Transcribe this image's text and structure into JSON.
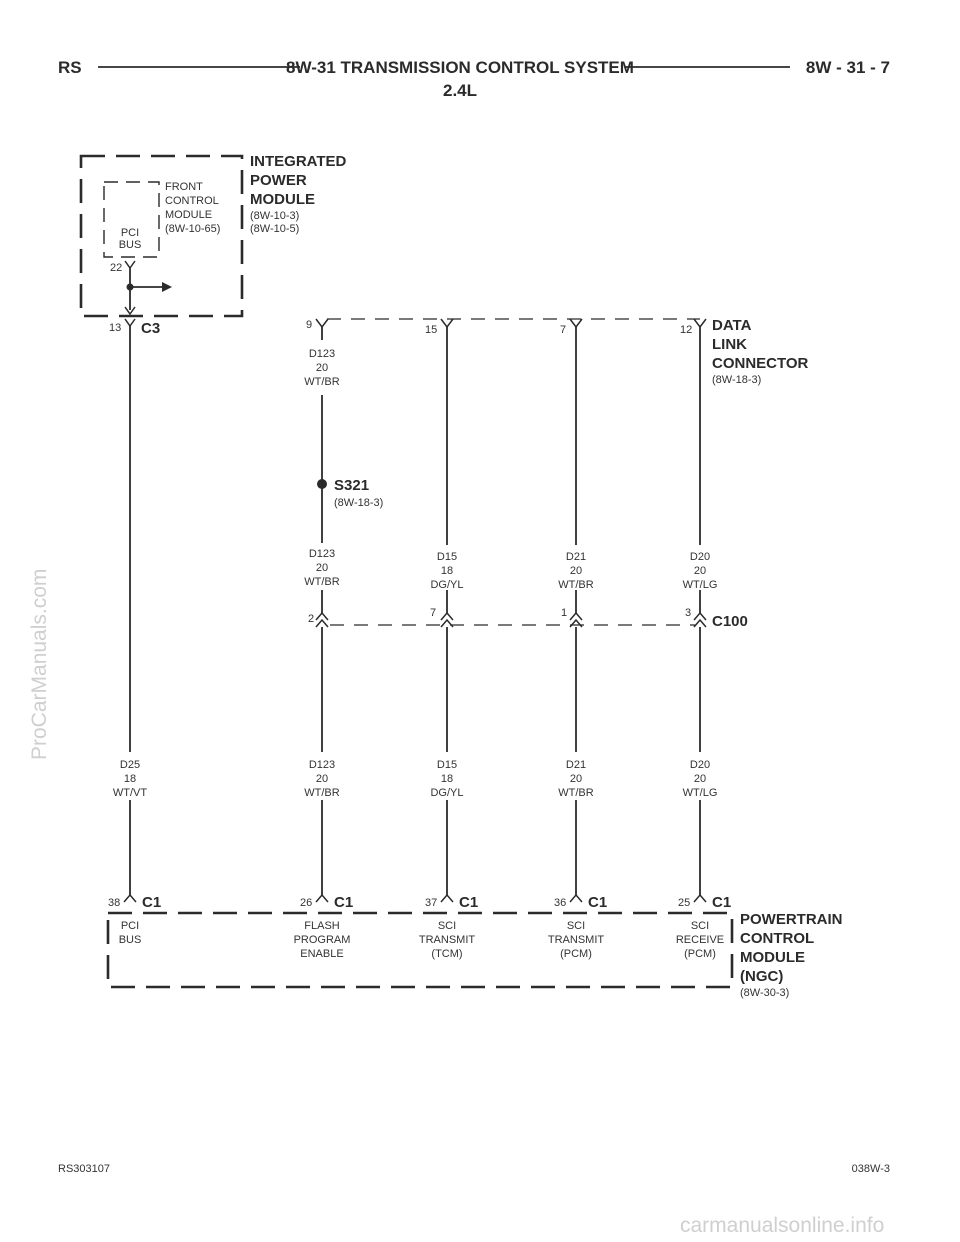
{
  "header": {
    "left": "RS",
    "title": "8W-31 TRANSMISSION CONTROL SYSTEM",
    "subtitle": "2.4L",
    "right": "8W - 31 - 7"
  },
  "ipm": {
    "title": [
      "INTEGRATED",
      "POWER",
      "MODULE"
    ],
    "refs": [
      "(8W-10-3)",
      "(8W-10-5)"
    ],
    "fcm": [
      "FRONT",
      "CONTROL",
      "MODULE",
      "(8W-10-65)"
    ],
    "pci_bus": [
      "PCI",
      "BUS"
    ],
    "pin_22": "22",
    "pin_13": "13",
    "connector": "C3"
  },
  "dlc": {
    "title": [
      "DATA",
      "LINK",
      "CONNECTOR"
    ],
    "ref": "(8W-18-3)",
    "pins": [
      "9",
      "15",
      "7",
      "12"
    ]
  },
  "splice": {
    "name": "S321",
    "ref": "(8W-18-3)"
  },
  "c100": {
    "name": "C100",
    "pins": [
      "2",
      "7",
      "1",
      "3"
    ]
  },
  "wires_upper": [
    [
      "D123",
      "20",
      "WT/BR"
    ]
  ],
  "wires_mid": [
    [
      "D123",
      "20",
      "WT/BR"
    ],
    [
      "D15",
      "18",
      "DG/YL"
    ],
    [
      "D21",
      "20",
      "WT/BR"
    ],
    [
      "D20",
      "20",
      "WT/LG"
    ]
  ],
  "wires_lower": [
    [
      "D25",
      "18",
      "WT/VT"
    ],
    [
      "D123",
      "20",
      "WT/BR"
    ],
    [
      "D15",
      "18",
      "DG/YL"
    ],
    [
      "D21",
      "20",
      "WT/BR"
    ],
    [
      "D20",
      "20",
      "WT/LG"
    ]
  ],
  "pcm": {
    "title": [
      "POWERTRAIN",
      "CONTROL",
      "MODULE",
      "(NGC)"
    ],
    "ref": "(8W-30-3)",
    "pins": [
      "38",
      "26",
      "37",
      "36",
      "25"
    ],
    "connector": "C1",
    "functions": [
      [
        "PCI",
        "BUS"
      ],
      [
        "FLASH",
        "PROGRAM",
        "ENABLE"
      ],
      [
        "SCI",
        "TRANSMIT",
        "(TCM)"
      ],
      [
        "SCI",
        "TRANSMIT",
        "(PCM)"
      ],
      [
        "SCI",
        "RECEIVE",
        "(PCM)"
      ]
    ]
  },
  "footer": {
    "left": "RS303107",
    "right": "038W-3"
  },
  "watermarks": {
    "side": "ProCarManuals.com",
    "bottom": "carmanualsonline.info"
  }
}
